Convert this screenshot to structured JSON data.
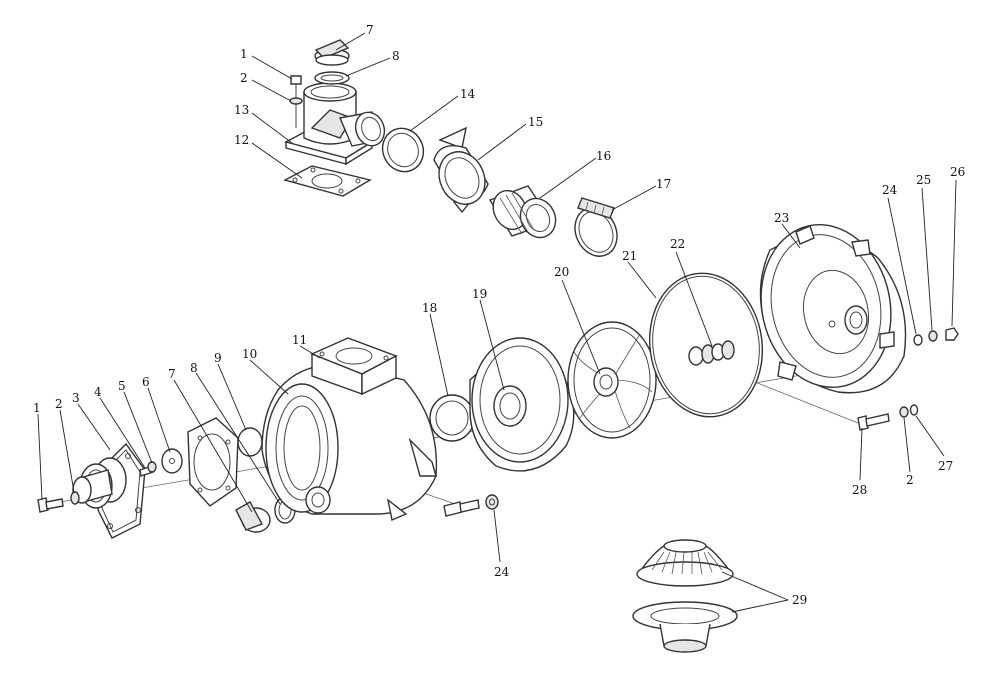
{
  "diagram": {
    "callouts": [
      {
        "id": "c1a",
        "label": "1"
      },
      {
        "id": "c2a",
        "label": "2"
      },
      {
        "id": "c13",
        "label": "13"
      },
      {
        "id": "c12",
        "label": "12"
      },
      {
        "id": "c7a",
        "label": "7"
      },
      {
        "id": "c8a",
        "label": "8"
      },
      {
        "id": "c14",
        "label": "14"
      },
      {
        "id": "c15",
        "label": "15"
      },
      {
        "id": "c16",
        "label": "16"
      },
      {
        "id": "c17",
        "label": "17"
      },
      {
        "id": "c23",
        "label": "23"
      },
      {
        "id": "c24a",
        "label": "24"
      },
      {
        "id": "c25",
        "label": "25"
      },
      {
        "id": "c26",
        "label": "26"
      },
      {
        "id": "c22",
        "label": "22"
      },
      {
        "id": "c21",
        "label": "21"
      },
      {
        "id": "c20",
        "label": "20"
      },
      {
        "id": "c19",
        "label": "19"
      },
      {
        "id": "c18",
        "label": "18"
      },
      {
        "id": "c11",
        "label": "11"
      },
      {
        "id": "c10",
        "label": "10"
      },
      {
        "id": "c9",
        "label": "9"
      },
      {
        "id": "c8b",
        "label": "8"
      },
      {
        "id": "c7b",
        "label": "7"
      },
      {
        "id": "c6",
        "label": "6"
      },
      {
        "id": "c5",
        "label": "5"
      },
      {
        "id": "c4",
        "label": "4"
      },
      {
        "id": "c3",
        "label": "3"
      },
      {
        "id": "c2b",
        "label": "2"
      },
      {
        "id": "c1b",
        "label": "1"
      },
      {
        "id": "c24b",
        "label": "24"
      },
      {
        "id": "c28",
        "label": "28"
      },
      {
        "id": "c2c",
        "label": "2"
      },
      {
        "id": "c27",
        "label": "27"
      },
      {
        "id": "c29",
        "label": "29"
      }
    ]
  }
}
